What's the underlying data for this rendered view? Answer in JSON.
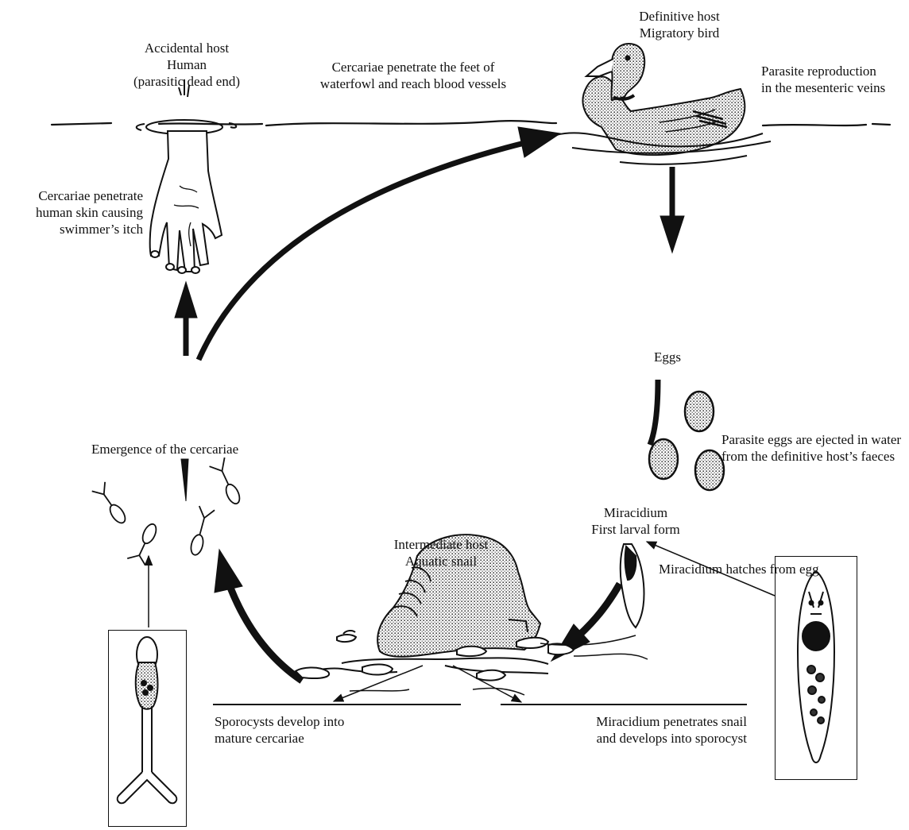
{
  "labels": {
    "definitive_host": [
      "Definitive host",
      "Migratory bird"
    ],
    "accidental_host": [
      "Accidental host",
      "Human",
      "(parasitic dead end)"
    ],
    "cercariae_feet": [
      "Cercariae penetrate the feet of",
      "waterfowl and reach blood vessels"
    ],
    "parasite_reproduction": [
      "Parasite reproduction",
      "in the mesenteric veins"
    ],
    "cercariae_skin": [
      "Cercariae penetrate",
      "human skin causing",
      "swimmer’s itch"
    ],
    "eggs": "Eggs",
    "eggs_ejected": [
      "Parasite eggs are ejected in water",
      "from the definitive host’s faeces"
    ],
    "emergence": "Emergence of the cercariae",
    "miracidium": [
      "Miracidium",
      "First larval form"
    ],
    "miracidium_hatches": "Miracidium hatches from egg",
    "intermediate_host": [
      "Intermediate host",
      "Aquatic snail"
    ],
    "sporocysts": [
      "Sporocysts develop into",
      "mature cercariae"
    ],
    "miracidium_penetrates": [
      "Miracidium penetrates snail",
      "and develops into sporocyst"
    ]
  },
  "colors": {
    "ink": "#111111",
    "stipple": "#9a9a9a",
    "background": "#ffffff"
  }
}
